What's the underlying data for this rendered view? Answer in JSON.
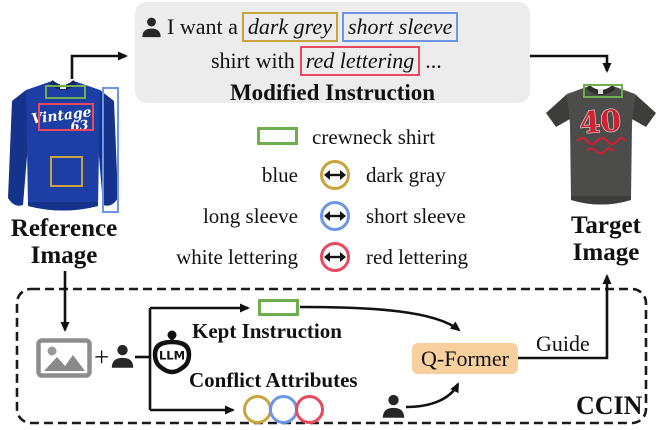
{
  "colors": {
    "attribute_gold": "#c9a43c",
    "attribute_blue": "#6c95e8",
    "attribute_pink": "#e8495f",
    "kept_green": "#6fae4e",
    "qformer_bg": "#f7d09e",
    "instruction_box_bg": "#ececec",
    "reference_shirt_blue": "#1d3fa5",
    "target_shirt_grey": "#4c4c4a",
    "target_lettering_red": "#cf2332"
  },
  "instruction_box": {
    "line1_prefix": "I want a",
    "attr_color": "dark grey",
    "attr_sleeve": "short sleeve",
    "line2_prefix": "shirt with",
    "attr_lettering": "red lettering",
    "ellipsis": "...",
    "title": "Modified Instruction"
  },
  "reference": {
    "label_line1": "Reference",
    "label_line2": "Image",
    "print_line1": "Vintage",
    "print_line2": "63"
  },
  "target": {
    "label_line1": "Target",
    "label_line2": "Image",
    "print_text": "40"
  },
  "legend": {
    "crewneck_label": "crewneck shirt",
    "rows": [
      {
        "left": "blue",
        "right": "dark gray"
      },
      {
        "left": "long sleeve",
        "right": "short sleeve"
      },
      {
        "left": "white lettering",
        "right": "red lettering"
      }
    ]
  },
  "ccin": {
    "llm_label": "LLM",
    "plus_sign": "+",
    "kept_instruction_label": "Kept Instruction",
    "conflict_attributes_label": "Conflict Attributes",
    "qformer_label": "Q-Former",
    "guide_label": "Guide",
    "module_label": "CCIN"
  }
}
